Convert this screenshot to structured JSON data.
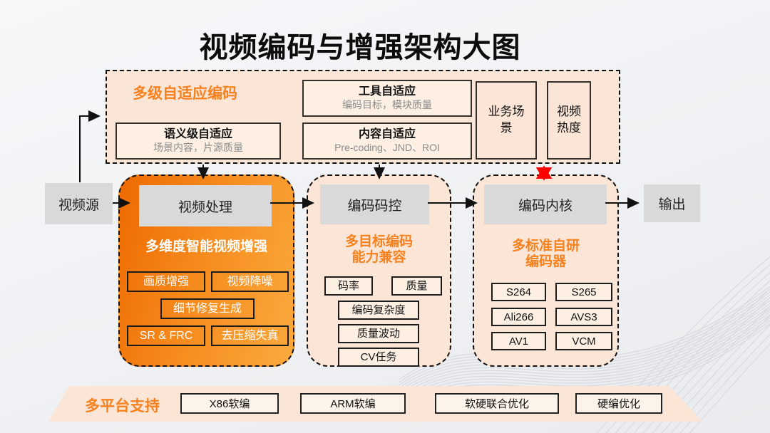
{
  "title": "视频编码与增强架构大图",
  "colors": {
    "accent_orange": "#f5821f",
    "panel_peach": "#fbe5d6",
    "inner_box_cream": "#fdf0e3",
    "flow_gray": "#d9d9d9",
    "subtitle_gray": "#8a8a8a",
    "arrow_black": "#111111",
    "alert_red": "#ff0000",
    "enhance_gradient_start": "#ee6a00",
    "enhance_gradient_end": "#fbaa3e"
  },
  "adaptive_panel": {
    "heading": "多级自适应编码",
    "semantic_box": {
      "title": "语义级自适应",
      "subtitle": "场景内容，片源质量"
    },
    "tool_box": {
      "title": "工具自适应",
      "subtitle": "编码目标，模块质量"
    },
    "content_box": {
      "title": "内容自适应",
      "subtitle": "Pre-coding、JND、ROI"
    },
    "business_scene": "业务场景",
    "video_heat": "视频热度"
  },
  "flow": {
    "source": "视频源",
    "processing": "视频处理",
    "rate_control": "编码码控",
    "encoder_core": "编码内核",
    "output": "输出"
  },
  "enhance_panel": {
    "heading": "多维度智能视频增强",
    "items": [
      "画质增强",
      "视频降噪",
      "细节修复生成",
      "SR & FRC",
      "去压缩失真"
    ]
  },
  "objective_panel": {
    "heading_line1": "多目标编码",
    "heading_line2": "能力兼容",
    "items": [
      "码率",
      "质量",
      "编码复杂度",
      "质量波动",
      "CV任务"
    ]
  },
  "codec_panel": {
    "heading_line1": "多标准自研",
    "heading_line2": "编码器",
    "items": [
      "S264",
      "S265",
      "Ali266",
      "AVS3",
      "AV1",
      "VCM"
    ]
  },
  "platform_bar": {
    "heading": "多平台支持",
    "items": [
      "X86软编",
      "ARM软编",
      "软硬联合优化",
      "硬编优化"
    ]
  }
}
